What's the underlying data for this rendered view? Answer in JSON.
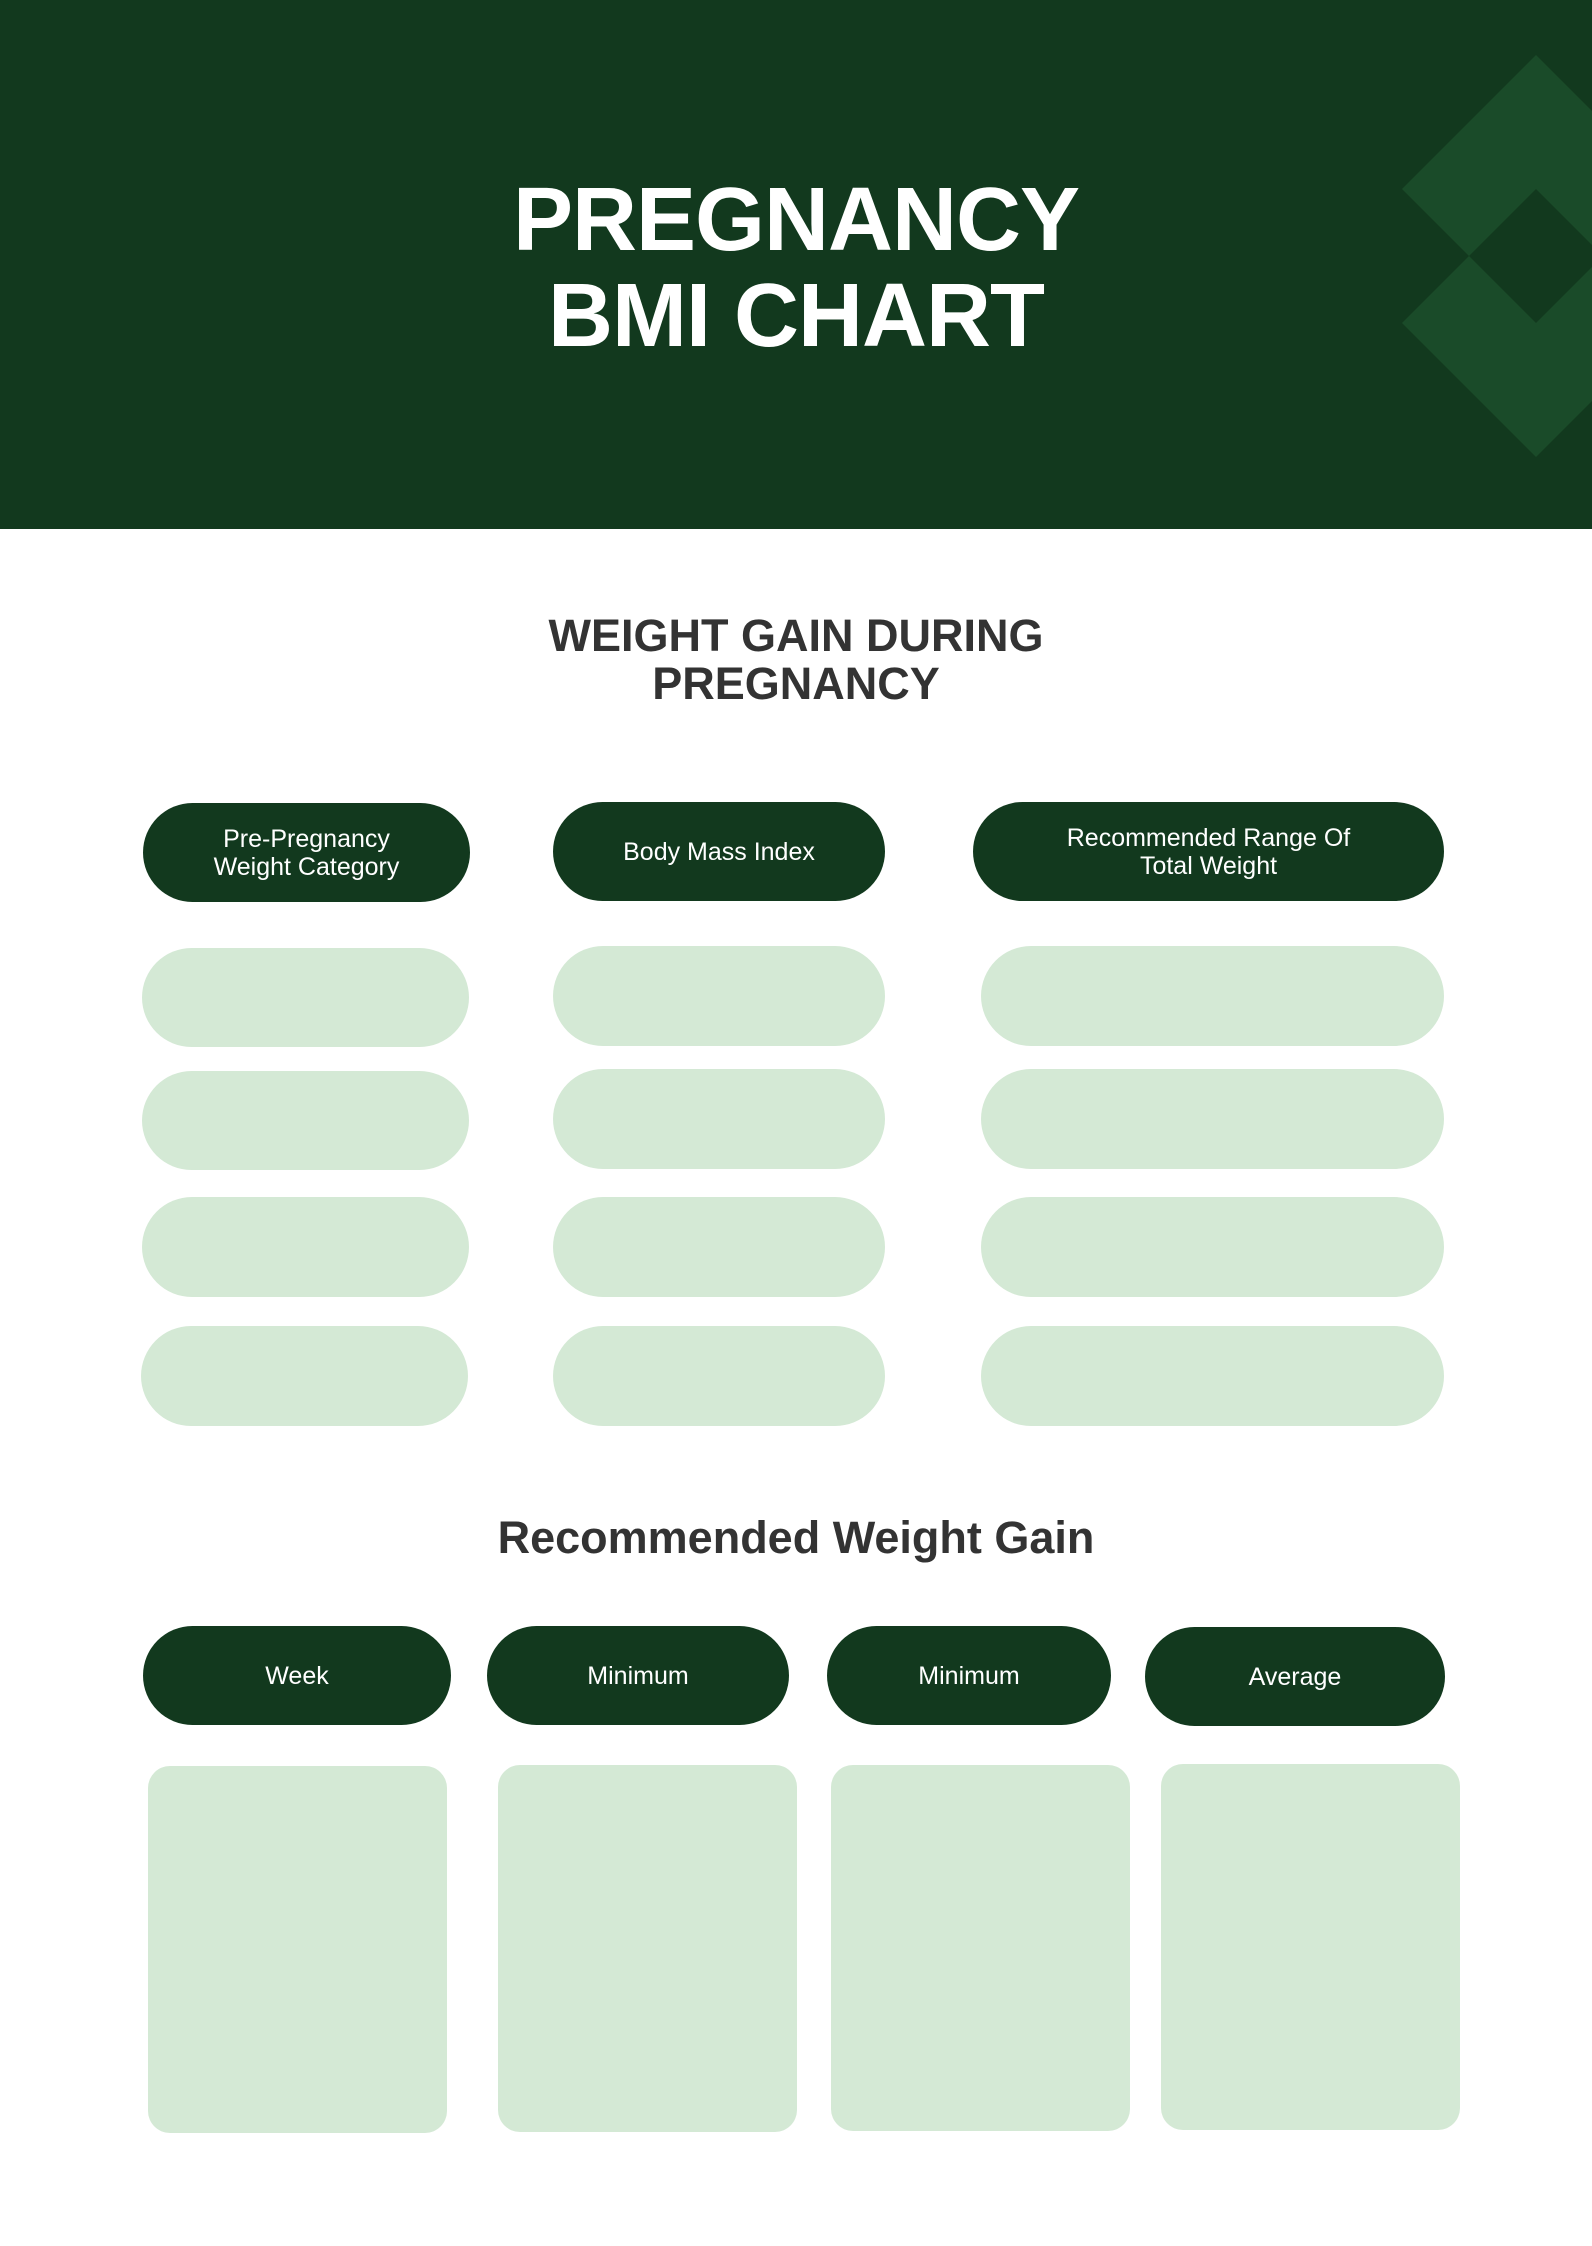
{
  "header": {
    "title_lines": [
      "PREGNANCY",
      "BMI CHART"
    ],
    "background_color": "#12391e",
    "decoration": "diamond-pattern-icon"
  },
  "section_weight_gain": {
    "heading_lines": [
      "WEIGHT GAIN DURING",
      "PREGNANCY"
    ],
    "columns": [
      {
        "label_lines": [
          "Pre-Pregnancy",
          "Weight Category"
        ]
      },
      {
        "label_lines": [
          "Body Mass Index"
        ]
      },
      {
        "label_lines": [
          "Recommended Range Of",
          "Total Weight"
        ]
      }
    ],
    "rows": [
      [
        "",
        "",
        ""
      ],
      [
        "",
        "",
        ""
      ],
      [
        "",
        "",
        ""
      ],
      [
        "",
        "",
        ""
      ]
    ]
  },
  "section_recommended": {
    "heading": "Recommended Weight Gain",
    "columns": [
      {
        "label": "Week",
        "value": ""
      },
      {
        "label": "Minimum",
        "value": ""
      },
      {
        "label": "Minimum",
        "value": ""
      },
      {
        "label": "Average",
        "value": ""
      }
    ]
  },
  "colors": {
    "dark_green": "#12391e",
    "deco_green": "#1a4b29",
    "light_green": "#d4e9d5",
    "heading_text": "#333333"
  }
}
